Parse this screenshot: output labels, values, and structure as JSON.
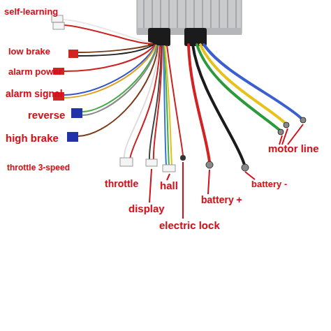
{
  "diagram": {
    "labels": [
      "self-learning",
      "low brake",
      "alarm power",
      "alarm signal",
      "reverse",
      "high brake",
      "throttle 3-speed",
      "throttle",
      "display",
      "hall",
      "electric lock",
      "battery -",
      "battery +",
      "motor line"
    ]
  }
}
